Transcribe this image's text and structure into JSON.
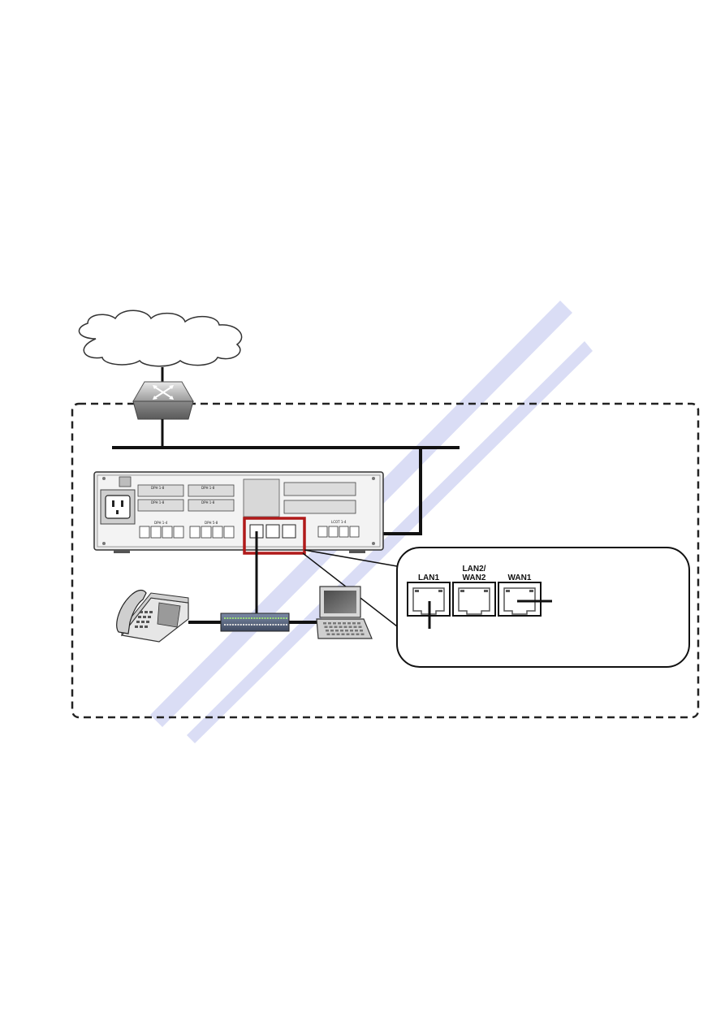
{
  "watermark_color": "#d6daf5",
  "highlight_color": "#b01a1a",
  "callout": {
    "ports": [
      {
        "label": "LAN1"
      },
      {
        "label": "LAN2/\nWAN2",
        "line1": "LAN2/",
        "line2": "WAN2"
      },
      {
        "label": "WAN1"
      }
    ]
  },
  "device_labels": {
    "card1": "DPH 1-8",
    "card2": "DPH 1-8",
    "card3": "DPH 1-8",
    "card4": "DPH 1-8",
    "slot1": "DPH 1-4",
    "slot2": "DPH 5-8",
    "slot3": "LCOT 1-4"
  },
  "icons": [
    "cloud-icon",
    "router-icon",
    "pbx-unit",
    "ip-phone-icon",
    "switching-hub-icon",
    "laptop-icon"
  ]
}
